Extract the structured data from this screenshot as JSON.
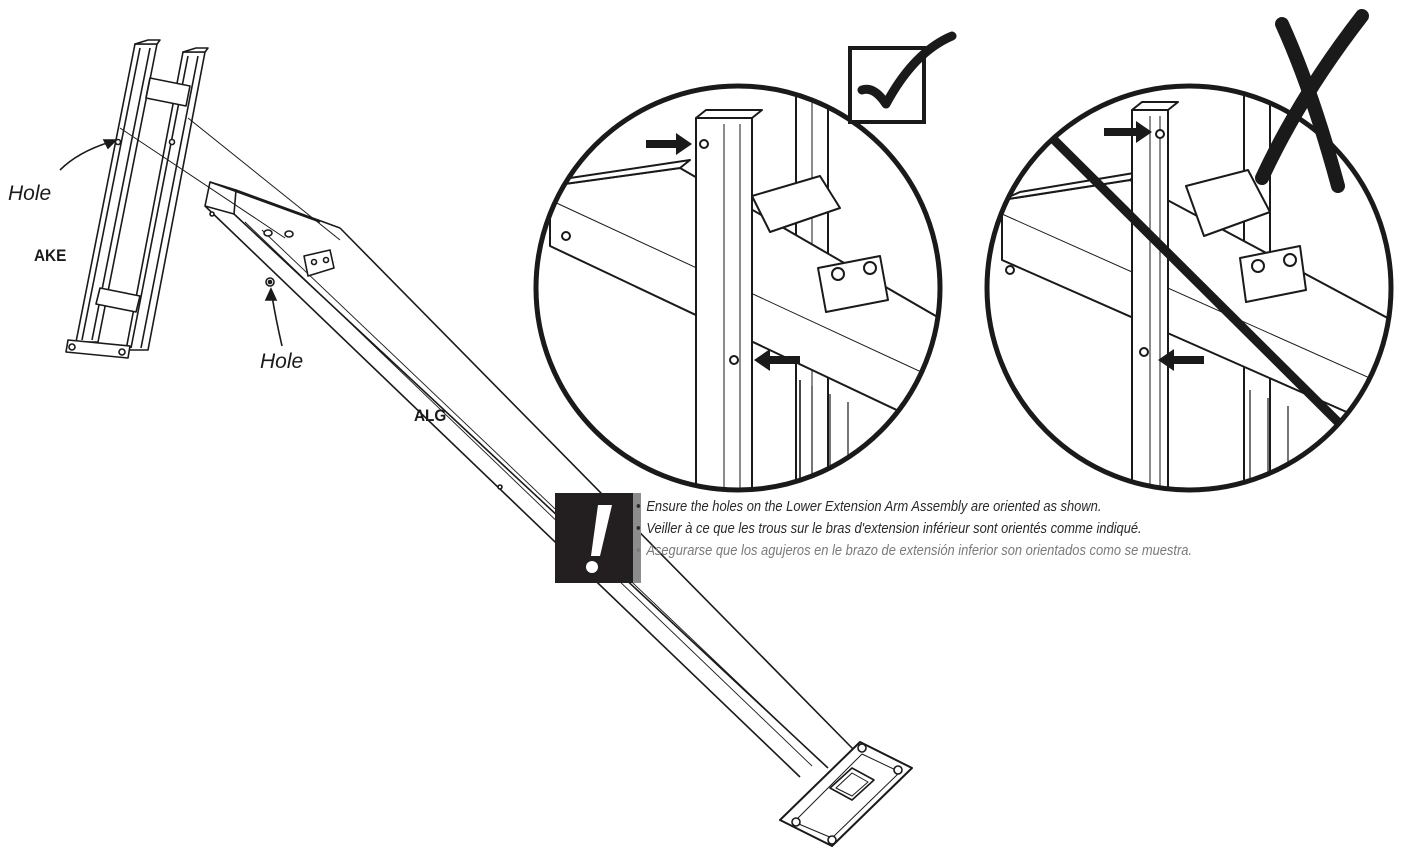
{
  "labels": {
    "hole_upper": "Hole",
    "hole_lower": "Hole",
    "part_ake": "AKE",
    "part_alg": "ALG"
  },
  "badges": {
    "correct": "check-mark",
    "incorrect": "x-mark"
  },
  "alert": {
    "icon": "exclamation-icon",
    "symbol": "!"
  },
  "notes": [
    "Ensure the holes on the Lower Extension Arm Assembly are oriented as shown.",
    "Veiller à ce que les trous sur le bras d'extension inférieur sont orientés comme indiqué.",
    "Asegurarse que los agujeros en le brazo de extensión inferior son orientados como se muestra."
  ],
  "colors": {
    "line": "#1a1a1a",
    "alert_bg": "#231f20",
    "alert_stripe": "#8c8c8c",
    "spanish_text": "#7a7a7a"
  }
}
